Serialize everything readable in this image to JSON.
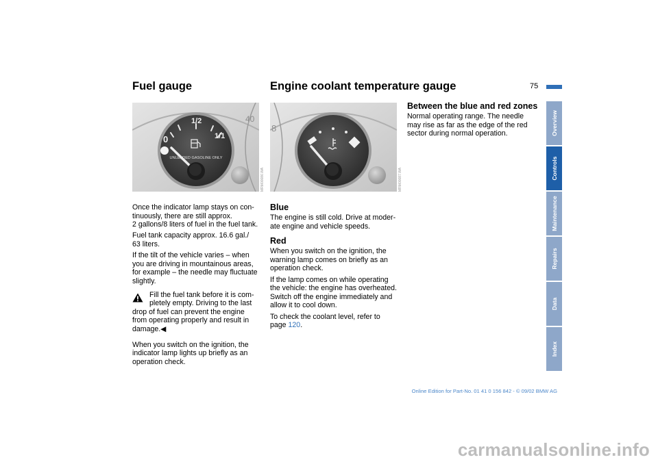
{
  "page_number": "75",
  "fuel": {
    "heading": "Fuel gauge",
    "gauge_labels": {
      "empty": "0",
      "half": "1/2",
      "full": "1/1",
      "caption": "UNLEADED GASOLINE ONLY"
    },
    "image_code": "MRM00086.WA",
    "paragraphs": [
      "Once the indicator lamp stays on con-\ntinuously, there are still approx.\n2 gallons/8 liters of fuel in the fuel tank.",
      "Fuel tank capacity approx. 16.6 gal./\n63 liters.",
      "If the tilt of the vehicle varies – when\nyou are driving in mountainous areas,\nfor example – the needle may fluctuate\nslightly."
    ],
    "warning_first_lines": "Fill the fuel tank before it is com-\npletely empty. Driving to the last",
    "warning_rest": "drop of fuel can prevent the engine\nfrom operating properly and result in\ndamage.◀",
    "last_paragraph": "When you switch on the ignition, the\nindicator lamp lights up briefly as an\noperation check."
  },
  "coolant": {
    "heading": "Engine coolant temperature gauge",
    "image_code": "MRM00087.WA",
    "blue_heading": "Blue",
    "blue_text": "The engine is still cold. Drive at moder-\nate engine and vehicle speeds.",
    "red_heading": "Red",
    "red_paragraphs": [
      "When you switch on the ignition, the\nwarning lamp comes on briefly as an\noperation check.",
      "If the lamp comes on while operating\nthe vehicle: the engine has overheated.\nSwitch off the engine immediately and\nallow it to cool down."
    ],
    "refer_text": "To check the coolant level, refer to\npage ",
    "refer_page": "120",
    "refer_end": "."
  },
  "between": {
    "heading": "Between the blue and red zones",
    "text": "Normal operating range. The needle\nmay rise as far as the edge of the red\nsector during normal operation."
  },
  "tabs": [
    {
      "label": "Overview",
      "active": false
    },
    {
      "label": "Controls",
      "active": true
    },
    {
      "label": "Maintenance",
      "active": false
    },
    {
      "label": "Repairs",
      "active": false
    },
    {
      "label": "Data",
      "active": false
    },
    {
      "label": "Index",
      "active": false
    }
  ],
  "footer": "Online Edition for Part-No. 01 41 0 156 842 - © 09/02 BMW AG",
  "watermark": "carmanualsonline.info",
  "colors": {
    "accent": "#2f6fb7",
    "tab_inactive": "#8ea7c9",
    "tab_active": "#1e5fa8"
  },
  "icons": {
    "warning": "warning-triangle-icon"
  }
}
